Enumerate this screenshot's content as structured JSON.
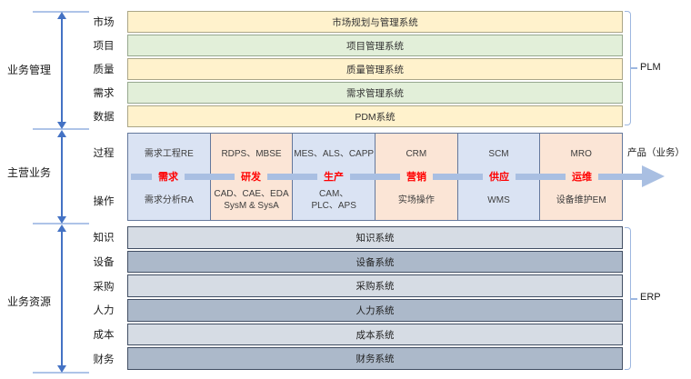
{
  "palette": {
    "row_yellow": "#FFF2CC",
    "row_green": "#E2EFD9",
    "cell_blue": "#DAE3F3",
    "cell_peach": "#FBE5D6",
    "row_light_gray": "#D6DCE4",
    "row_dark_gray": "#ACB9CA",
    "flow_arrow": "#A9BFE2",
    "range_arrow": "#4472C4",
    "stage_text": "#FF0000",
    "bracket": "#9DB7E0"
  },
  "management": {
    "section_label": "业务管理",
    "bracket_label": "PLM",
    "rows": [
      {
        "category": "市场",
        "system": "市场规划与管理系统"
      },
      {
        "category": "项目",
        "system": "项目管理系统"
      },
      {
        "category": "质量",
        "system": "质量管理系统"
      },
      {
        "category": "需求",
        "system": "需求管理系统"
      },
      {
        "category": "数据",
        "system": "PDM系统"
      }
    ]
  },
  "core": {
    "section_label": "主营业务",
    "process_row_label": "过程",
    "operation_row_label": "操作",
    "output_label": "产品（业务）",
    "columns": [
      {
        "process": "需求工程RE",
        "stage": "需求",
        "operation_lines": [
          "需求分析RA"
        ]
      },
      {
        "process": "RDPS、MBSE",
        "stage": "研发",
        "operation_lines": [
          "CAD、CAE、EDA",
          "SysM & SysA"
        ]
      },
      {
        "process": "MES、ALS、CAPP",
        "stage": "生产",
        "operation_lines": [
          "CAM、",
          "PLC、APS"
        ]
      },
      {
        "process": "CRM",
        "stage": "营销",
        "operation_lines": [
          "实场操作"
        ]
      },
      {
        "process": "SCM",
        "stage": "供应",
        "operation_lines": [
          "WMS"
        ]
      },
      {
        "process": "MRO",
        "stage": "运维",
        "operation_lines": [
          "设备维护EM"
        ]
      }
    ]
  },
  "resources": {
    "section_label": "业务资源",
    "bracket_label": "ERP",
    "rows": [
      {
        "category": "知识",
        "system": "知识系统"
      },
      {
        "category": "设备",
        "system": "设备系统"
      },
      {
        "category": "采购",
        "system": "采购系统"
      },
      {
        "category": "人力",
        "system": "人力系统"
      },
      {
        "category": "成本",
        "system": "成本系统"
      },
      {
        "category": "财务",
        "system": "财务系统"
      }
    ]
  }
}
